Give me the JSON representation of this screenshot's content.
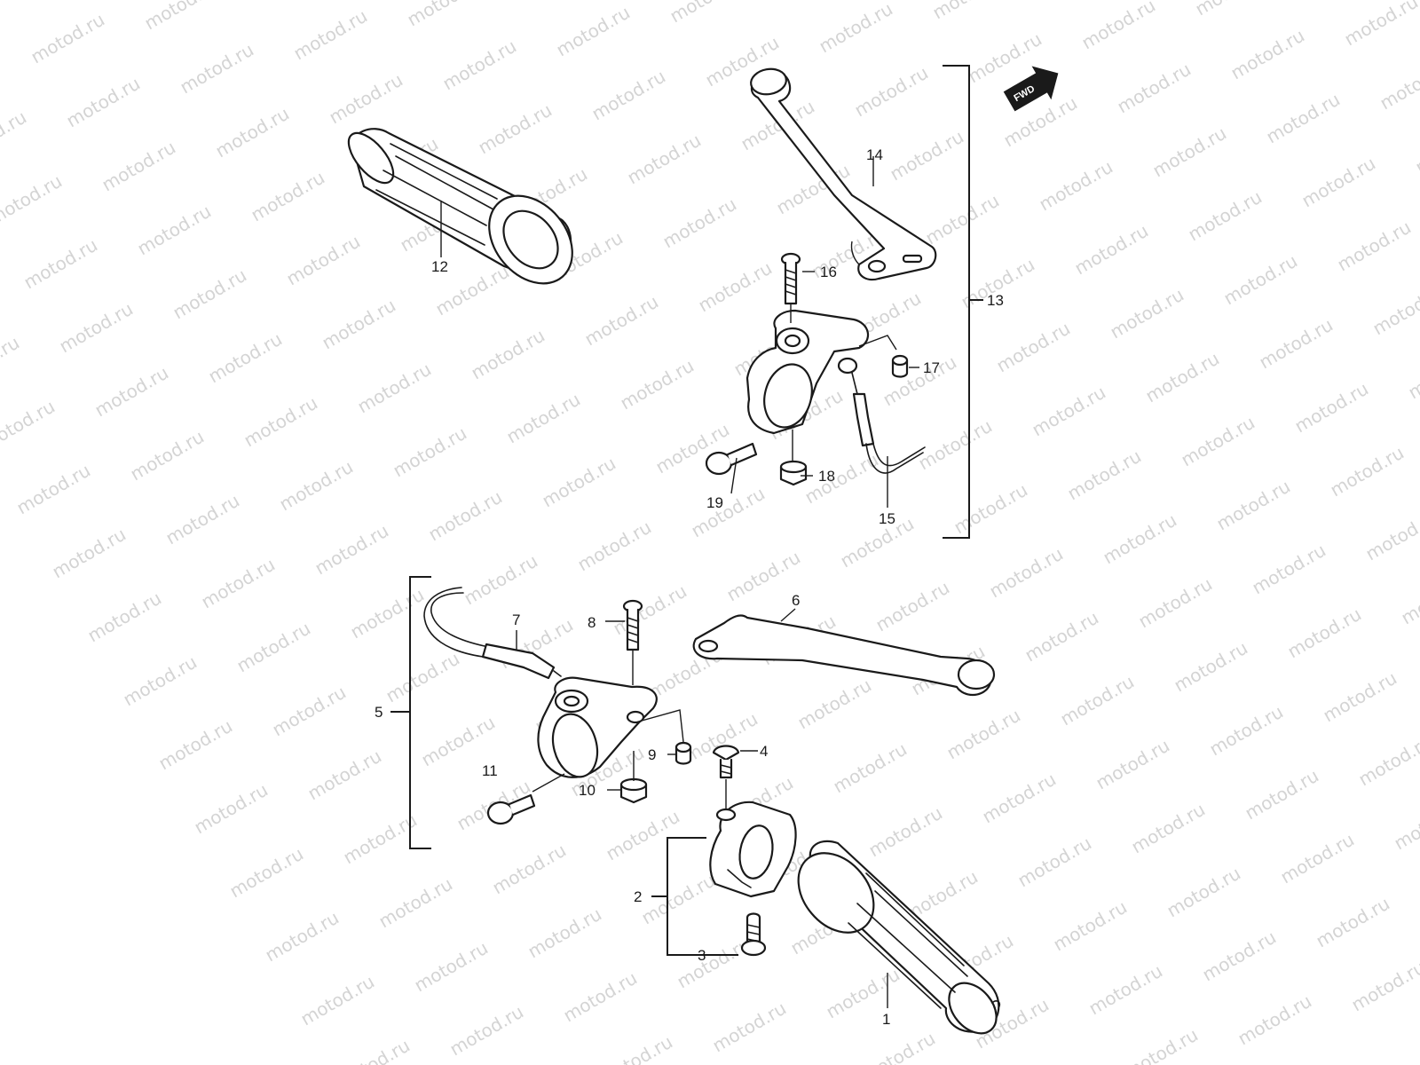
{
  "watermark": {
    "text": "motod.ru",
    "color": "#d4d4d4"
  },
  "direction_badge": {
    "text": "FWD"
  },
  "parts": [
    {
      "id": "grip-right",
      "callout": "1"
    },
    {
      "id": "throttle-housing",
      "callout": "2"
    },
    {
      "id": "housing-screw",
      "callout": "3"
    },
    {
      "id": "housing-screw-top",
      "callout": "4"
    },
    {
      "id": "clutch-lever-assembly",
      "callout": "5"
    },
    {
      "id": "clutch-lever",
      "callout": "6"
    },
    {
      "id": "clutch-switch",
      "callout": "7"
    },
    {
      "id": "clutch-pivot-bolt",
      "callout": "8"
    },
    {
      "id": "clutch-cushion",
      "callout": "9"
    },
    {
      "id": "clutch-nut",
      "callout": "10"
    },
    {
      "id": "clutch-clamp-screw",
      "callout": "11"
    },
    {
      "id": "grip-left",
      "callout": "12"
    },
    {
      "id": "brake-lever-assembly",
      "callout": "13"
    },
    {
      "id": "brake-lever",
      "callout": "14"
    },
    {
      "id": "brake-switch",
      "callout": "15"
    },
    {
      "id": "brake-pivot-bolt",
      "callout": "16"
    },
    {
      "id": "brake-cushion",
      "callout": "17"
    },
    {
      "id": "brake-nut",
      "callout": "18"
    },
    {
      "id": "brake-clamp-screw",
      "callout": "19"
    }
  ]
}
